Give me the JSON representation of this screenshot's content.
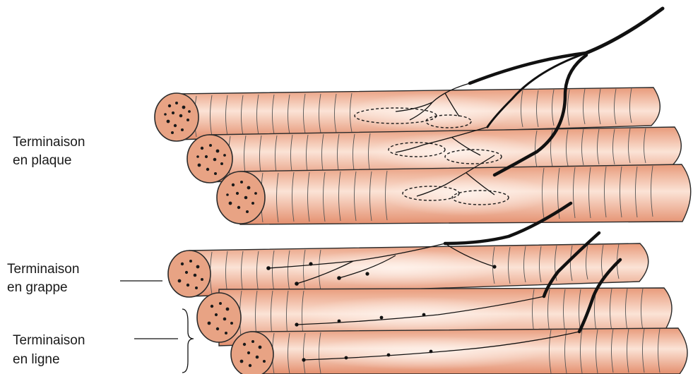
{
  "labels": {
    "plaque": [
      "Terminaison",
      "en plaque"
    ],
    "grappe": [
      "Terminaison",
      "en grappe"
    ],
    "ligne": [
      "Terminaison",
      "en ligne"
    ]
  },
  "colors": {
    "fiber_fill": "#f0ad8e",
    "fiber_light": "#fae0d2",
    "fiber_stroke": "#2a2a2a",
    "nerve": "#111111",
    "cut_face": "#e8a384"
  }
}
